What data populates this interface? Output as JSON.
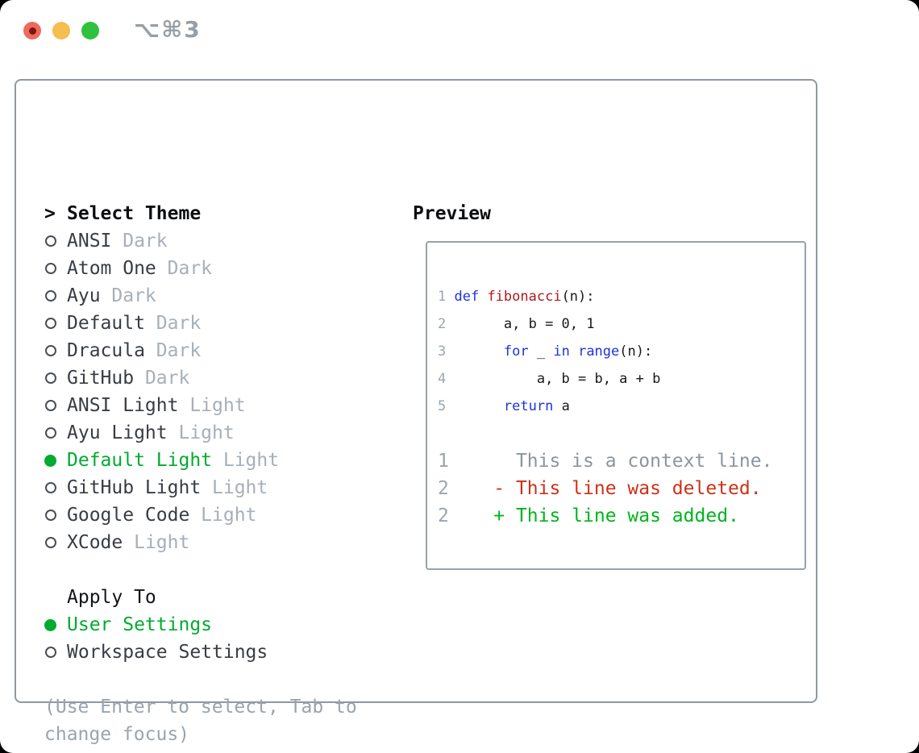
{
  "window": {
    "title": "⌥⌘3",
    "traffic_lights": [
      {
        "name": "close-button",
        "color": "#ee6a5e"
      },
      {
        "name": "minimize-button",
        "color": "#f6bd4f"
      },
      {
        "name": "zoom-button",
        "color": "#2ec23e"
      }
    ]
  },
  "colors": {
    "selection_green": "#00ab2f",
    "keyword_blue": "#1c33df",
    "function_red": "#b01a1a",
    "diff_deleted_red": "#cd3118",
    "diff_added_green": "#00b41e",
    "muted_gray": "#a7afb9",
    "line_number_gray": "#9aa5b1",
    "border_gray": "#8e98a4"
  },
  "menu": {
    "header": "Select Theme",
    "items": [
      {
        "label": "ANSI",
        "variant": "Dark",
        "selected": false
      },
      {
        "label": "Atom One",
        "variant": "Dark",
        "selected": false
      },
      {
        "label": "Ayu",
        "variant": "Dark",
        "selected": false
      },
      {
        "label": "Default",
        "variant": "Dark",
        "selected": false
      },
      {
        "label": "Dracula",
        "variant": "Dark",
        "selected": false
      },
      {
        "label": "GitHub",
        "variant": "Dark",
        "selected": false
      },
      {
        "label": "ANSI Light",
        "variant": "Light",
        "selected": false
      },
      {
        "label": "Ayu Light",
        "variant": "Light",
        "selected": false
      },
      {
        "label": "Default Light",
        "variant": "Light",
        "selected": true
      },
      {
        "label": "GitHub Light",
        "variant": "Light",
        "selected": false
      },
      {
        "label": "Google Code",
        "variant": "Light",
        "selected": false
      },
      {
        "label": "XCode",
        "variant": "Light",
        "selected": false
      }
    ],
    "apply_header": "Apply To",
    "apply_items": [
      {
        "label": "User Settings",
        "selected": true
      },
      {
        "label": "Workspace Settings",
        "selected": false
      }
    ],
    "hint_lines": [
      "(Use Enter to select, Tab to",
      "change focus)"
    ]
  },
  "preview": {
    "title": "Preview",
    "lines": [
      {
        "kind": "code",
        "tokens": [
          [
            "num",
            "1 "
          ],
          [
            "kw",
            "def "
          ],
          [
            "fn",
            "fibonacci"
          ],
          [
            "plain",
            "(n):"
          ]
        ]
      },
      {
        "kind": "code",
        "tokens": [
          [
            "num",
            "2 "
          ],
          [
            "plain",
            "      a, b = 0, 1"
          ]
        ]
      },
      {
        "kind": "code",
        "tokens": [
          [
            "num",
            "3 "
          ],
          [
            "plain",
            "      "
          ],
          [
            "kw",
            "for"
          ],
          [
            "plain",
            " _ "
          ],
          [
            "kw",
            "in"
          ],
          [
            "plain",
            " "
          ],
          [
            "kw",
            "range"
          ],
          [
            "plain",
            "(n):"
          ]
        ]
      },
      {
        "kind": "code",
        "tokens": [
          [
            "num",
            "4 "
          ],
          [
            "plain",
            "          a, b = b, a + b"
          ]
        ]
      },
      {
        "kind": "code",
        "tokens": [
          [
            "num",
            "5 "
          ],
          [
            "plain",
            "      "
          ],
          [
            "kw",
            "return"
          ],
          [
            "plain",
            " a"
          ]
        ]
      },
      {
        "kind": "blank",
        "tokens": []
      },
      {
        "kind": "diff",
        "tokens": [
          [
            "num",
            "1"
          ],
          [
            "ctx",
            "      This is a context line."
          ]
        ]
      },
      {
        "kind": "diff",
        "tokens": [
          [
            "num",
            "2"
          ],
          [
            "del",
            "    - This line was deleted."
          ]
        ]
      },
      {
        "kind": "diff",
        "tokens": [
          [
            "num",
            "2"
          ],
          [
            "add",
            "    + This line was added."
          ]
        ]
      }
    ]
  }
}
